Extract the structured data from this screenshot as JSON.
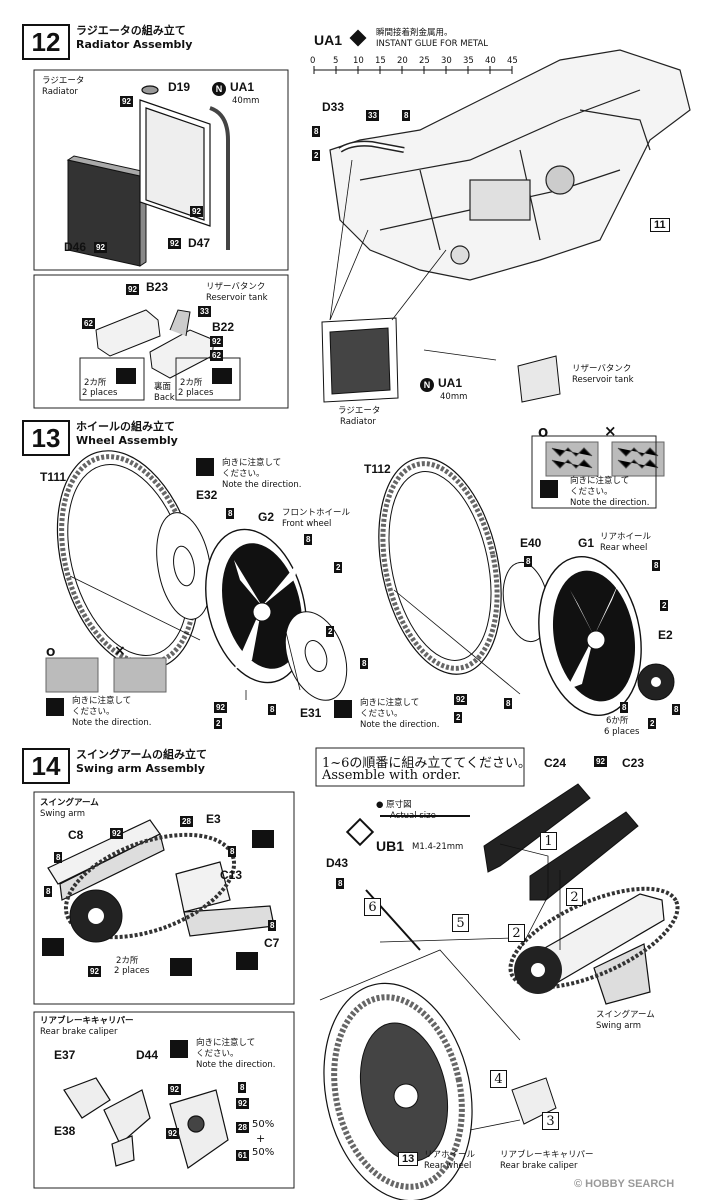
{
  "step12": {
    "number": "12",
    "title_jp": "ラジエータの組み立て",
    "title_en": "Radiator Assembly",
    "glue": {
      "code": "UA1",
      "jp": "瞬間接着剤金属用。",
      "en": "INSTANT GLUE  FOR METAL"
    },
    "ruler": [
      "0",
      "5",
      "10",
      "15",
      "20",
      "25",
      "30",
      "35",
      "40",
      "45"
    ],
    "radiator_box": {
      "jp": "ラジエータ",
      "en": "Radiator"
    },
    "parts": {
      "d19": "D19",
      "ua1": "UA1",
      "mm40": "40mm",
      "d46": "D46",
      "d47": "D47",
      "d33": "D33",
      "b23": "B23",
      "b22": "B22",
      "ua1b": "UA1",
      "mm40b": "40mm"
    },
    "reservoir": {
      "jp": "リザーバタンク",
      "en": "Reservoir tank"
    },
    "places_jp": "2カ所",
    "places_en": "2 places",
    "back_jp": "裏面",
    "back_en": "Back",
    "radiator_label": {
      "jp": "ラジエータ",
      "en": "Radiator"
    },
    "reservoir_label": {
      "jp": "リザーバタンク",
      "en": "Reservoir tank"
    },
    "ref11": "11",
    "colors": {
      "c92": "92",
      "c8": "8",
      "c2": "2",
      "c33": "33",
      "c62": "62"
    }
  },
  "step13": {
    "number": "13",
    "title_jp": "ホイールの組み立て",
    "title_en": "Wheel Assembly",
    "t111": "T111",
    "t112": "T112",
    "e32": "E32",
    "e40": "E40",
    "e31": "E31",
    "e2": "E2",
    "g2": "G2",
    "g2_jp": "フロントホイール",
    "g2_en": "Front wheel",
    "g1": "G1",
    "g1_jp": "リアホイール",
    "g1_en": "Rear wheel",
    "note_jp1": "向きに注意して",
    "note_jp2": "ください。",
    "note_en": "Note the direction.",
    "places6_jp": "6か所",
    "places6_en": "6 places",
    "ok": "O",
    "ng": "×"
  },
  "step14": {
    "number": "14",
    "title_jp": "スイングアームの組み立て",
    "title_en": "Swing arm Assembly",
    "order_jp": "1~6の順番に組み立ててください。",
    "order_en": "Assemble with order.",
    "swing_box": {
      "jp": "スイングアーム",
      "en": "Swing arm"
    },
    "parts": {
      "c8": "C8",
      "e3": "E3",
      "c13": "C13",
      "c7": "C7",
      "c24": "C24",
      "c23": "C23",
      "d43": "D43",
      "ub1": "UB1",
      "ub1_size": "M1.4-21mm",
      "e37": "E37",
      "d44": "D44",
      "e38": "E38"
    },
    "actual_jp": "● 原寸図",
    "actual_en": "Actual size",
    "places_jp": "2カ所",
    "places_en": "2 places",
    "brake_box": {
      "jp": "リアブレーキキャリパー",
      "en": "Rear brake caliper"
    },
    "swing_label": {
      "jp": "スイングアーム",
      "en": "Swing arm"
    },
    "rear_wheel": {
      "ref": "13",
      "jp": "リアホイール",
      "en": "Rear wheel"
    },
    "brake_label": {
      "jp": "リアブレーキキャリパー",
      "en": "Rear brake caliper"
    },
    "order_nums": [
      "1",
      "2",
      "2",
      "3",
      "4",
      "5",
      "6"
    ],
    "mix": {
      "a": "28",
      "ap": "50%",
      "plus": "+",
      "b": "61",
      "bp": "50%"
    }
  },
  "watermark": "© HOBBY SEARCH"
}
